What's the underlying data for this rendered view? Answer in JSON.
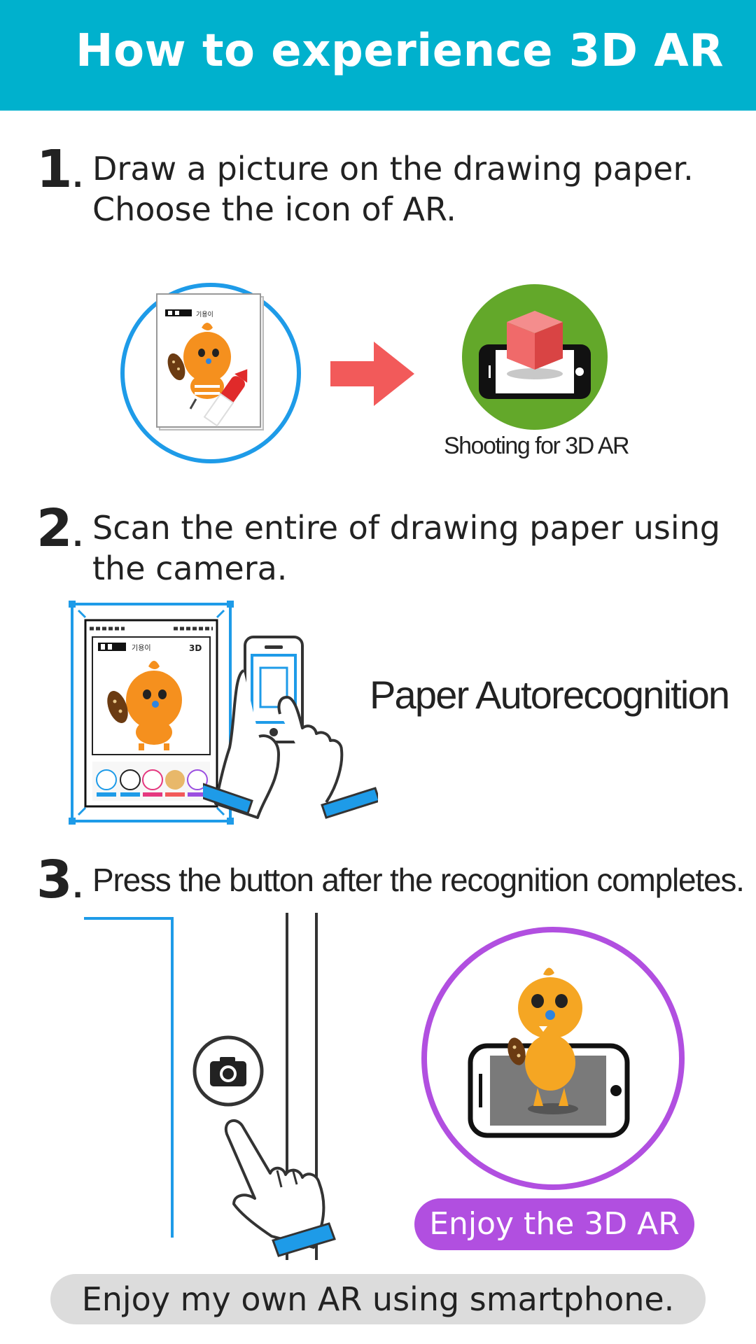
{
  "header": {
    "title": "How to experience 3D AR"
  },
  "steps": [
    {
      "number": "1",
      "dot": ".",
      "lines": [
        "Draw a picture on the drawing paper.",
        "Choose the icon of AR."
      ]
    },
    {
      "number": "2",
      "dot": ".",
      "lines": [
        "Scan the entire of drawing paper using",
        "the camera."
      ]
    },
    {
      "number": "3",
      "dot": ".",
      "lines": [
        "Press the button after the recognition completes."
      ]
    }
  ],
  "step1": {
    "sheet_label": "기용이",
    "icon_caption": "Shooting for 3D AR"
  },
  "step2": {
    "sheet_label": "기용이",
    "sheet_badge": "3D",
    "caption": "Paper Autorecognition"
  },
  "step3": {
    "pill_label": "Enjoy the 3D AR"
  },
  "footer": {
    "text": "Enjoy my own AR using smartphone."
  },
  "colors": {
    "header_bg": "#00b1cd",
    "blue": "#1e9be8",
    "arrow_red": "#f25a5a",
    "ar_green": "#63a82a",
    "purple": "#b14fe0",
    "orange": "#f5901e",
    "footer_gray": "#dcdcdc"
  },
  "icons": [
    "camera-icon",
    "hand-pointer-icon",
    "smartphone-icon",
    "cube-icon",
    "arrow-right-icon",
    "crayon-icon"
  ]
}
